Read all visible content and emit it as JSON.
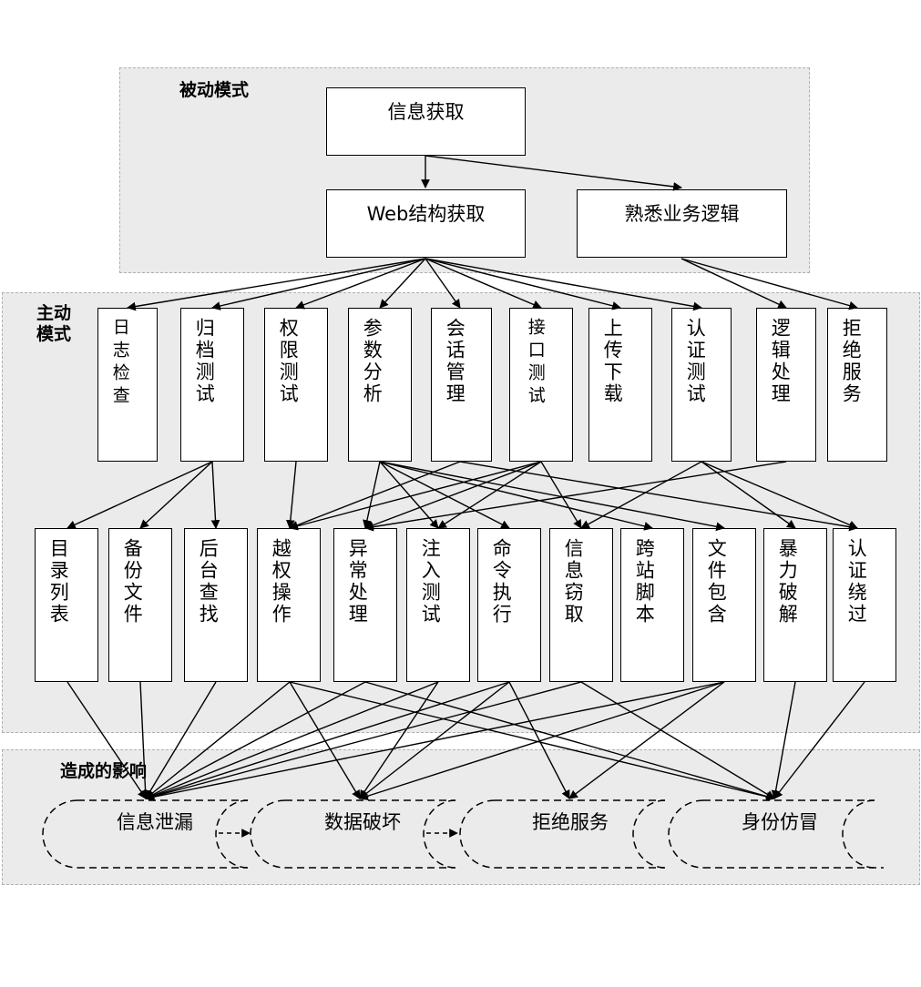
{
  "sections": {
    "passive": "被动模式",
    "active": "主动\n模式",
    "impact": "造成的影响"
  },
  "passive_nodes": {
    "info_gather": "信息获取",
    "web_struct": "Web结构获取",
    "biz_logic": "熟悉业务逻辑"
  },
  "active_nodes": [
    "日志检查",
    "归档测试",
    "权限测试",
    "参数分析",
    "会话管理",
    "接口测试",
    "上传下载",
    "认证测试",
    "逻辑处理",
    "拒绝服务"
  ],
  "attack_nodes": [
    "目录列表",
    "备份文件",
    "后台查找",
    "越权操作",
    "异常处理",
    "注入测试",
    "命令执行",
    "信息窃取",
    "跨站脚本",
    "文件包含",
    "暴力破解",
    "认证绕过"
  ],
  "impacts": [
    "信息泄漏",
    "数据破坏",
    "拒绝服务",
    "身份仿冒"
  ],
  "colors": {
    "region_fill": "#ebebeb",
    "region_border": "#b0b0b0",
    "box_border": "#000000",
    "edge": "#000000"
  }
}
